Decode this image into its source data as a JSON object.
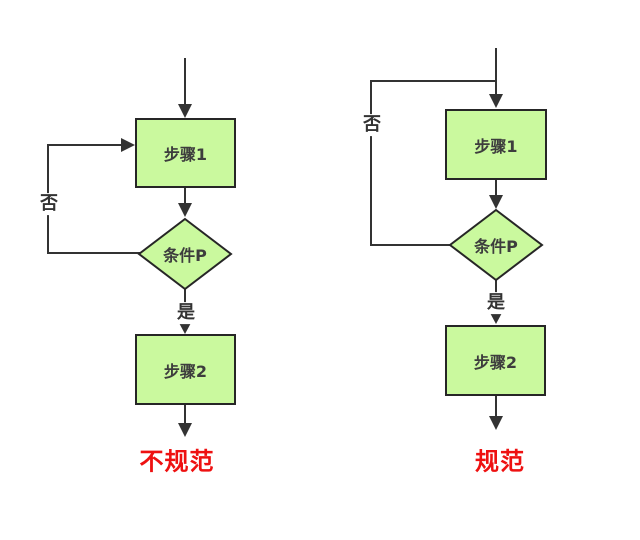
{
  "colors": {
    "background": "#ffffff",
    "node_fill": "#caf99e",
    "node_border": "#262626",
    "connector": "#333333",
    "node_text": "#3d3d3d",
    "branch_text": "#333333",
    "verdict": "#ee1111"
  },
  "left_flowchart": {
    "step1_label": "步骤1",
    "condition_label": "条件P",
    "step2_label": "步骤2",
    "no_label": "否",
    "yes_label": "是",
    "verdict_label": "不规范"
  },
  "right_flowchart": {
    "step1_label": "步骤1",
    "condition_label": "条件P",
    "step2_label": "步骤2",
    "no_label": "否",
    "yes_label": "是",
    "verdict_label": "规范"
  }
}
